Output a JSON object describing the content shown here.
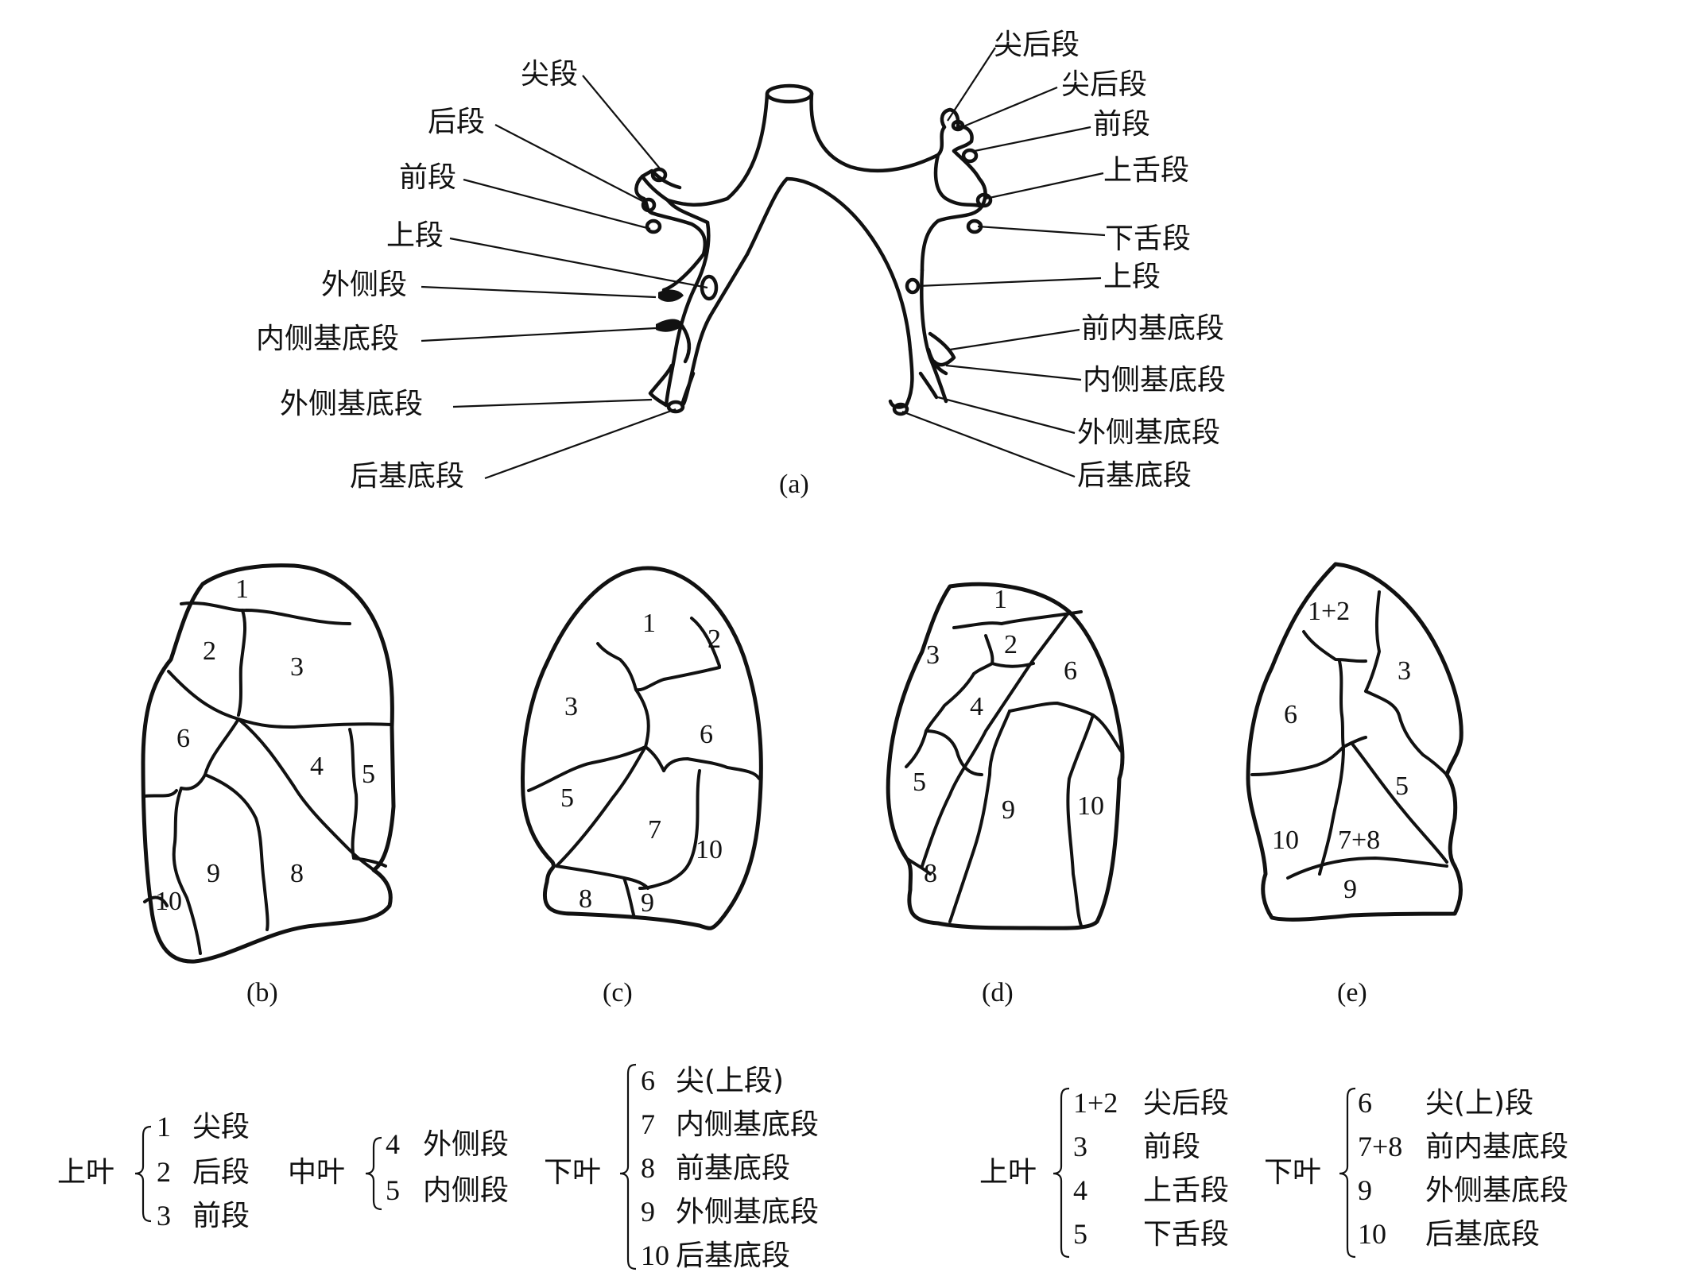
{
  "captions": {
    "a": "(a)",
    "b": "(b)",
    "c": "(c)",
    "d": "(d)",
    "e": "(e)"
  },
  "bronchi": {
    "right": [
      "尖段",
      "后段",
      "前段",
      "上段",
      "外侧段",
      "内侧基底段",
      "外侧基底段",
      "后基底段"
    ],
    "left": [
      "尖后段",
      "尖后段",
      "前段",
      "上舌段",
      "下舌段",
      "上段",
      "前内基底段",
      "内侧基底段",
      "外侧基底段",
      "后基底段"
    ]
  },
  "segment_numbers": {
    "b": [
      "1",
      "2",
      "3",
      "6",
      "4",
      "5",
      "9",
      "8",
      "10"
    ],
    "c": [
      "1",
      "2",
      "3",
      "6",
      "5",
      "7",
      "10",
      "8",
      "9"
    ],
    "d": [
      "1",
      "2",
      "3",
      "6",
      "4",
      "5",
      "9",
      "10",
      "8"
    ],
    "e": [
      "1+2",
      "3",
      "6",
      "5",
      "10",
      "7+8",
      "9"
    ]
  },
  "legend_right": {
    "upper": {
      "label": "上叶",
      "items": [
        {
          "n": "1",
          "name": "尖段"
        },
        {
          "n": "2",
          "name": "后段"
        },
        {
          "n": "3",
          "name": "前段"
        }
      ]
    },
    "middle": {
      "label": "中叶",
      "items": [
        {
          "n": "4",
          "name": "外侧段"
        },
        {
          "n": "5",
          "name": "内侧段"
        }
      ]
    },
    "lower": {
      "label": "下叶",
      "items": [
        {
          "n": "6",
          "name": "尖(上段)"
        },
        {
          "n": "7",
          "name": "内侧基底段"
        },
        {
          "n": "8",
          "name": "前基底段"
        },
        {
          "n": "9",
          "name": "外侧基底段"
        },
        {
          "n": "10",
          "name": "后基底段"
        }
      ]
    }
  },
  "legend_left": {
    "upper": {
      "label": "上叶",
      "items": [
        {
          "n": "1+2",
          "name": "尖后段"
        },
        {
          "n": "3",
          "name": "前段"
        },
        {
          "n": "4",
          "name": "上舌段"
        },
        {
          "n": "5",
          "name": "下舌段"
        }
      ]
    },
    "lower": {
      "label": "下叶",
      "items": [
        {
          "n": "6",
          "name": "尖(上)段"
        },
        {
          "n": "7+8",
          "name": "前内基底段"
        },
        {
          "n": "9",
          "name": "外侧基底段"
        },
        {
          "n": "10",
          "name": "后基底段"
        }
      ]
    }
  }
}
